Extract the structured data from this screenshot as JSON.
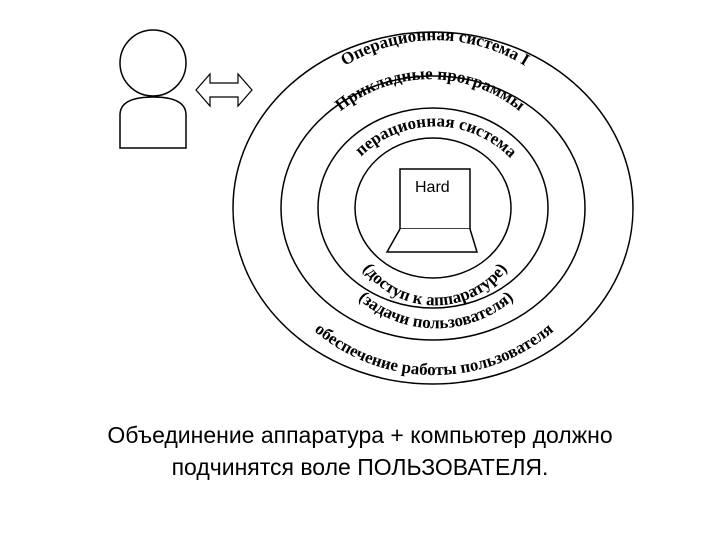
{
  "layers": {
    "outer_top": "Операционная система I",
    "apps_top": "Прикладные программы",
    "inner_top": "Операционная система I",
    "hard_label": "Hard",
    "inner_bottom": "(доступ к аппаратуре)",
    "apps_bottom": "(задачи пользователя)",
    "outer_bottom": "(обеспечение работы пользователя)"
  },
  "caption": {
    "line1": "Объединение аппаратура + компьютер должно",
    "line2": "подчинятся воле ПОЛЬЗОВАТЕЛЯ."
  }
}
